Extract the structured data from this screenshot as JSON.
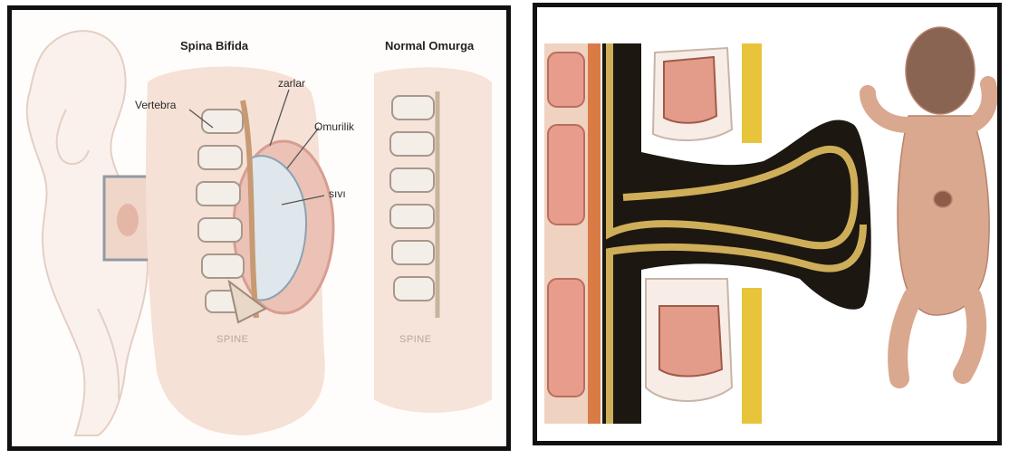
{
  "left_panel": {
    "headings": {
      "spina_bifida": "Spina Bifida",
      "normal_spine": "Normal Omurga"
    },
    "labels": {
      "vertebra": "Vertebra",
      "zarlar": "zarlar",
      "omurilik": "Omurilik",
      "sivi": "sıvı",
      "spine_left": "SPINE",
      "spine_right": "SPINE"
    }
  },
  "colors": {
    "frame": "#111111",
    "skin": "#f3d9cc",
    "spinal_cord_dark": "#1c1710",
    "nerve_tan": "#cfae5a",
    "bone_pink": "#e9a69a",
    "fat_yellow": "#e8c43a",
    "baby_skin": "#d9a88f"
  }
}
